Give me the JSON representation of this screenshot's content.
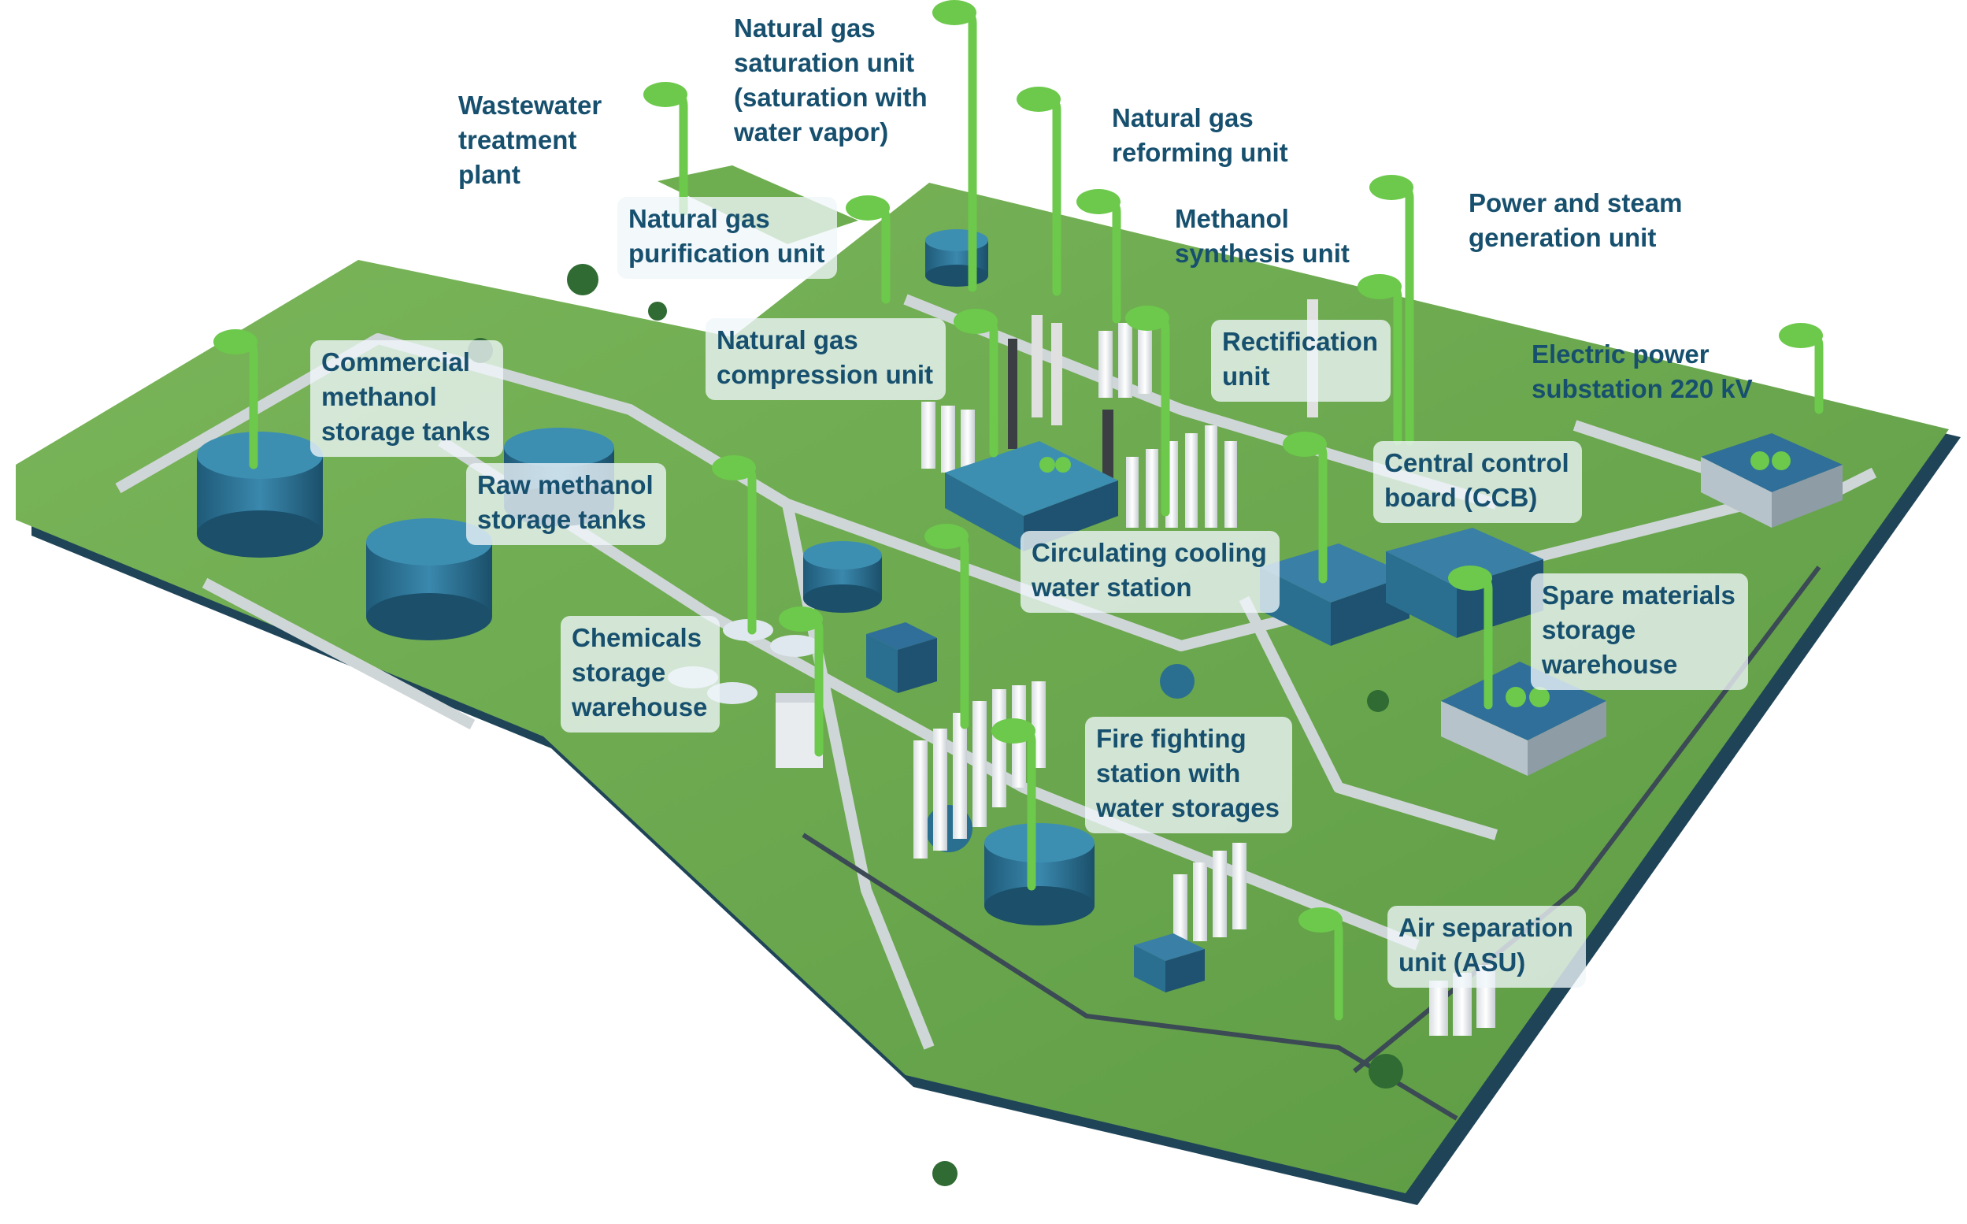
{
  "colors": {
    "ground": "#6aa84f",
    "ground_dark": "#4f8a3c",
    "border": "#1f4458",
    "road": "#cfd6d8",
    "tank": "#2a6f8f",
    "tank_top": "#3d8fb2",
    "building": "#2f6f99",
    "pin": "#6cc94b",
    "label_text": "#17506e"
  },
  "labels": {
    "wastewater": [
      "Wastewater",
      "treatment",
      "plant"
    ],
    "saturation": [
      "Natural gas",
      "saturation unit",
      "(saturation with",
      "water vapor)"
    ],
    "reforming": [
      "Natural gas",
      "reforming unit"
    ],
    "purification": [
      "Natural gas",
      "purification unit"
    ],
    "methanol_synthesis": [
      "Methanol",
      "synthesis unit"
    ],
    "power_steam": [
      "Power and steam",
      "generation unit"
    ],
    "compression": [
      "Natural gas",
      "compression unit"
    ],
    "rectification": [
      "Rectification",
      "unit"
    ],
    "substation": [
      "Electric power",
      "substation 220 kV"
    ],
    "commercial_tanks": [
      "Commercial",
      "methanol",
      "storage tanks"
    ],
    "central_control": [
      "Central control",
      "board (CCB)"
    ],
    "raw_tanks": [
      "Raw methanol",
      "storage tanks"
    ],
    "cooling_water": [
      "Circulating cooling",
      "water station"
    ],
    "spare_materials": [
      "Spare materials",
      "storage",
      "warehouse"
    ],
    "chemicals": [
      "Chemicals",
      "storage",
      "warehouse"
    ],
    "fire_fighting": [
      "Fire fighting",
      "station with",
      "water storages"
    ],
    "air_separation": [
      "Air separation",
      "unit (ASU)"
    ]
  }
}
